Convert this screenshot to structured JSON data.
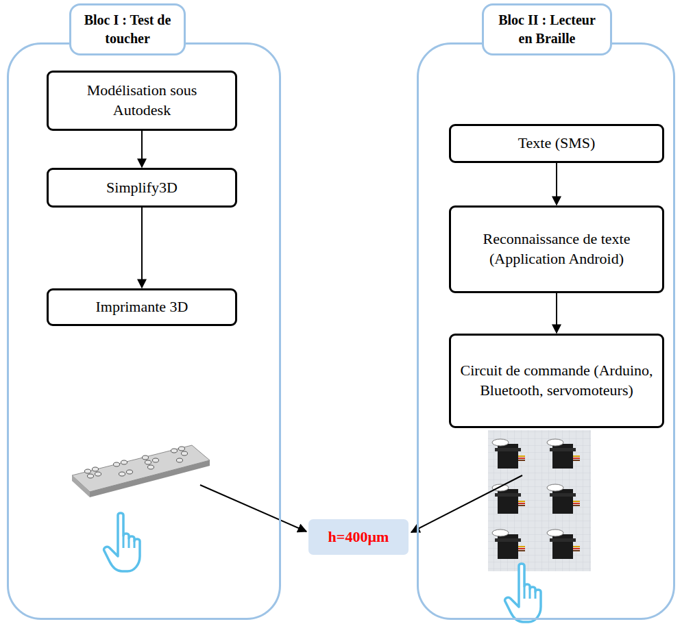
{
  "diagram": {
    "nodes": [
      {
        "text": [
          "Bloc I : Test de toucher"
        ]
      },
      {
        "text": [
          "Modélisation sous Autodesk"
        ],
        "in": 0
      },
      {
        "text": [
          "Simplify3D"
        ],
        "in": 0
      },
      {
        "text": [
          "Imprimante 3D"
        ],
        "in": 0
      },
      {
        "text": [
          "Bloc II : Lecteur en Braille"
        ]
      },
      {
        "text": [
          "Texte (SMS)"
        ],
        "in": 4
      },
      {
        "text": [
          "Reconnaissance de texte (Application Android)"
        ],
        "in": 4
      },
      {
        "text": [
          "Circuit de commande (Arduino, Bluetooth, servomoteurs)"
        ],
        "in": 4
      },
      {
        "text": [
          "h=400µm"
        ]
      }
    ],
    "edges": [
      {
        "from": 1,
        "to": 2,
        "arrow": "to"
      },
      {
        "from": 2,
        "to": 3,
        "arrow": "to"
      },
      {
        "from": 5,
        "to": 6,
        "arrow": "to"
      },
      {
        "from": 6,
        "to": 7,
        "arrow": "to"
      }
    ]
  }
}
